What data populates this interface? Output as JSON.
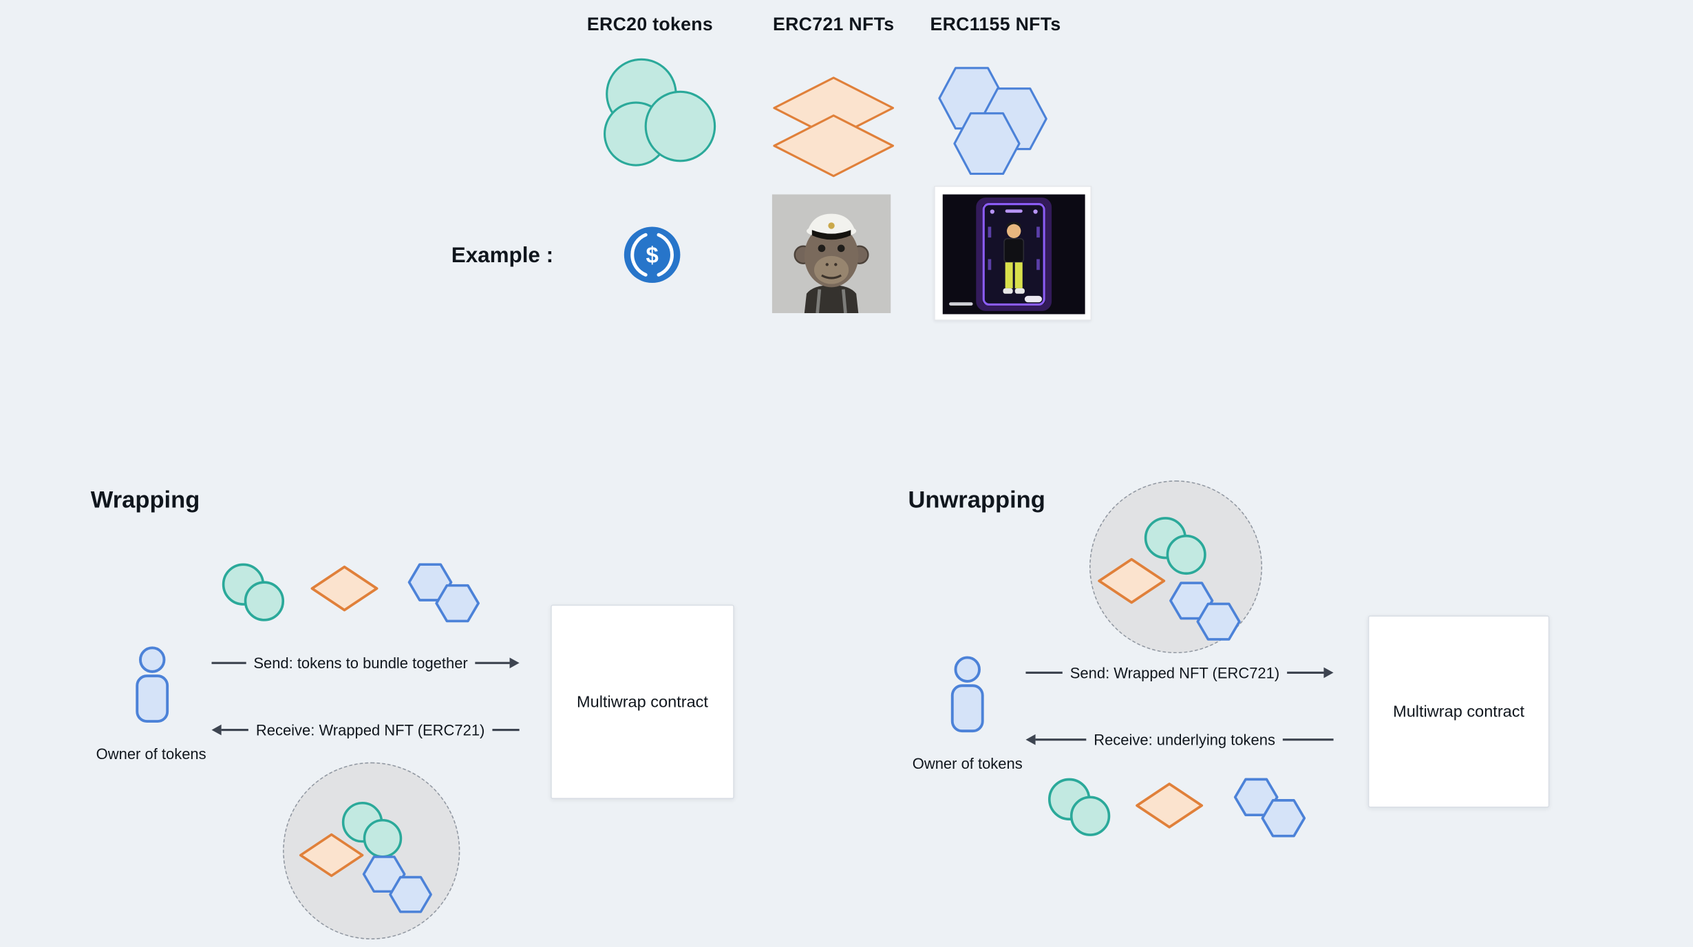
{
  "colors": {
    "page_bg": "#edf1f5",
    "text": "#10161d",
    "arrow": "#3d4450",
    "erc20_fill": "#c2e9e1",
    "erc20_stroke": "#2ba99a",
    "erc721_fill": "#fbe3ce",
    "erc721_stroke": "#e0803a",
    "erc1155_fill": "#d5e3f8",
    "erc1155_stroke": "#4c82d8",
    "person_fill": "#d5e3f8",
    "person_stroke": "#4c82d8",
    "bundle_fill": "#e1e2e4",
    "bundle_stroke": "#8f96a0",
    "contract_bg": "#ffffff",
    "contract_border": "#d9dee5",
    "usdc_blue": "#2775ca"
  },
  "legend": {
    "erc20_label": "ERC20 tokens",
    "erc721_label": "ERC721 NFTs",
    "erc1155_label": "ERC1155 NFTs",
    "example_label": "Example :"
  },
  "icons": {
    "erc20": "teal-circle-token-icon",
    "erc721": "orange-diamond-nft-icon",
    "erc1155": "blue-hexagon-nft-icon",
    "usdc": "usdc-coin-icon",
    "usdc_symbol": "$",
    "erc721_example": "bored-ape-nft-image",
    "erc1155_example": "character-nft-card-image",
    "owner": "person-icon",
    "bundle": "wrapped-token-bundle-circle"
  },
  "wrapping": {
    "title": "Wrapping",
    "owner_label": "Owner of tokens",
    "send_label": "Send: tokens to bundle together",
    "receive_label": "Receive: Wrapped NFT (ERC721)",
    "contract_label": "Multiwrap contract"
  },
  "unwrapping": {
    "title": "Unwrapping",
    "owner_label": "Owner of tokens",
    "send_label": "Send: Wrapped NFT (ERC721)",
    "receive_label": "Receive: underlying tokens",
    "contract_label": "Multiwrap contract"
  }
}
